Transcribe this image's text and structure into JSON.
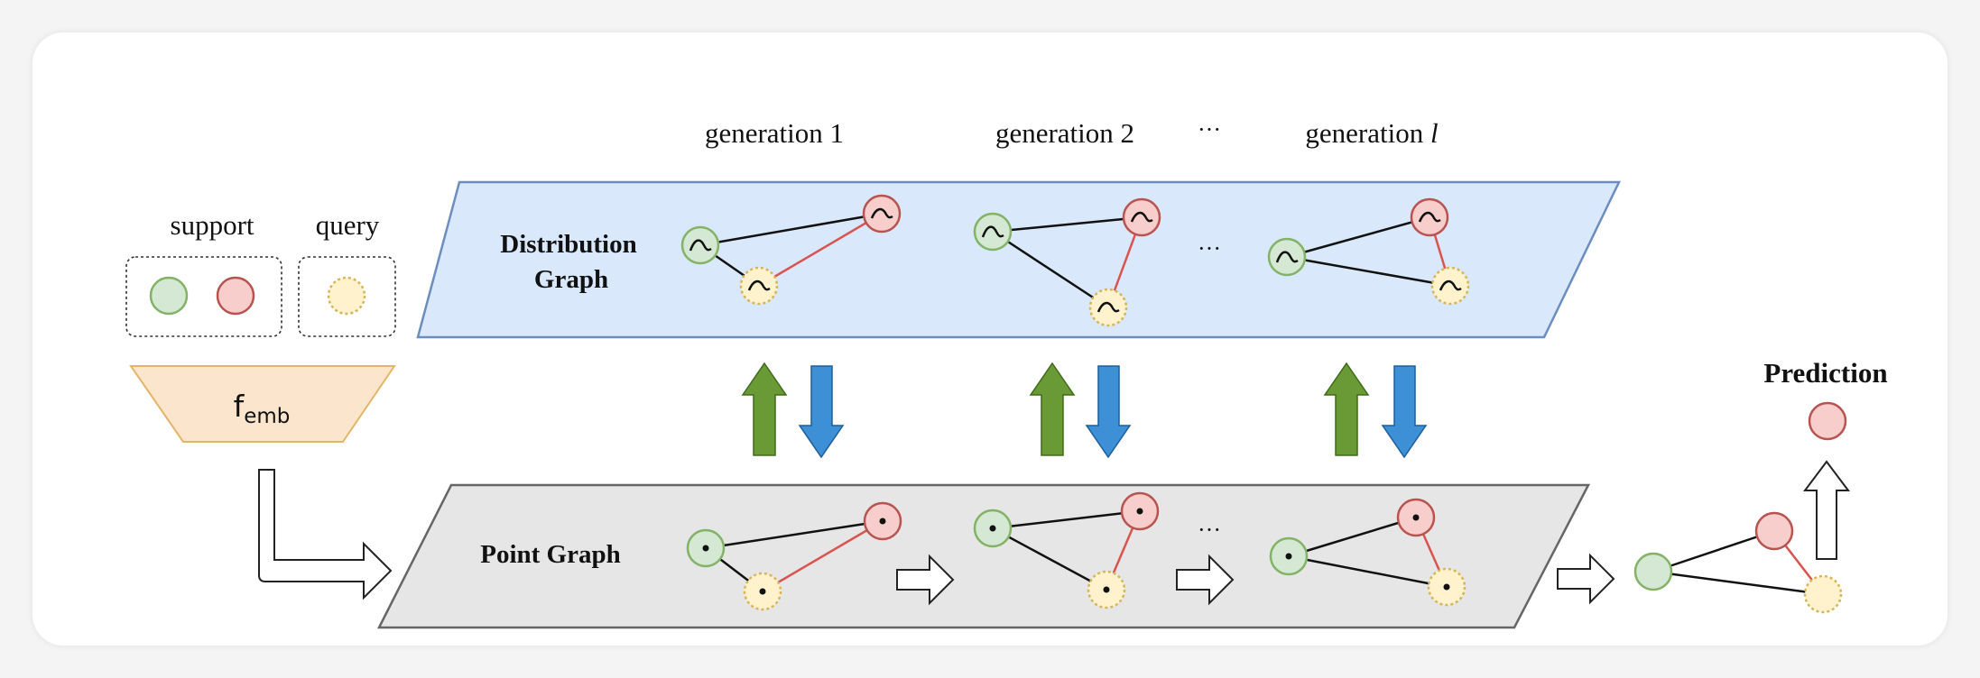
{
  "generation_labels": [
    "generation 1",
    "generation 2",
    "generation "
  ],
  "generation_last_symbol": "l",
  "ellipsis": "···",
  "legend": {
    "support": "support",
    "query": "query"
  },
  "embedding": {
    "base": "f",
    "sub": "emb"
  },
  "distribution_graph": {
    "line1": "Distribution",
    "line2": "Graph"
  },
  "point_graph": {
    "label": "Point Graph"
  },
  "prediction": "Prediction",
  "colors": {
    "support_green": "#d5e8d4",
    "support_green_stroke": "#82b366",
    "support_red": "#f8cecc",
    "support_red_stroke": "#b85450",
    "query_yellow": "#fff2cc",
    "query_yellow_stroke": "#d6b656",
    "distribution_fill": "#dae8fc",
    "distribution_stroke": "#6c8ebf",
    "point_fill": "#e6e6e6",
    "point_stroke": "#666666",
    "embed_fill": "#fce5cd",
    "embed_stroke": "#d6b656",
    "up_arrow": "#6a9a35",
    "down_arrow": "#3d8fd6",
    "red_edge": "#d9534f"
  },
  "icons": {
    "distribution_node": "tilde-curve-icon",
    "point_node": "dot-icon"
  }
}
